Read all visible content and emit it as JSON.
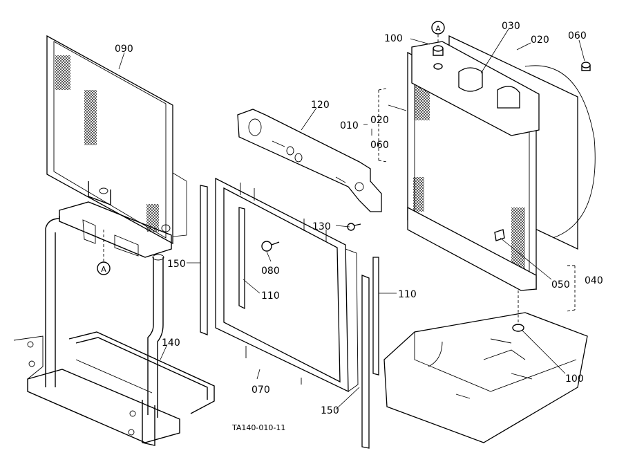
{
  "drawing_id": "TA140-010-11",
  "callout_marker": "A",
  "parts": {
    "p090": "090",
    "p120": "120",
    "p010": "010",
    "p020": "020",
    "p060": "060",
    "p030": "030",
    "p100": "100",
    "p130": "130",
    "p080": "080",
    "p150": "150",
    "p110": "110",
    "p140": "140",
    "p070": "070",
    "p050": "050",
    "p040": "040"
  }
}
